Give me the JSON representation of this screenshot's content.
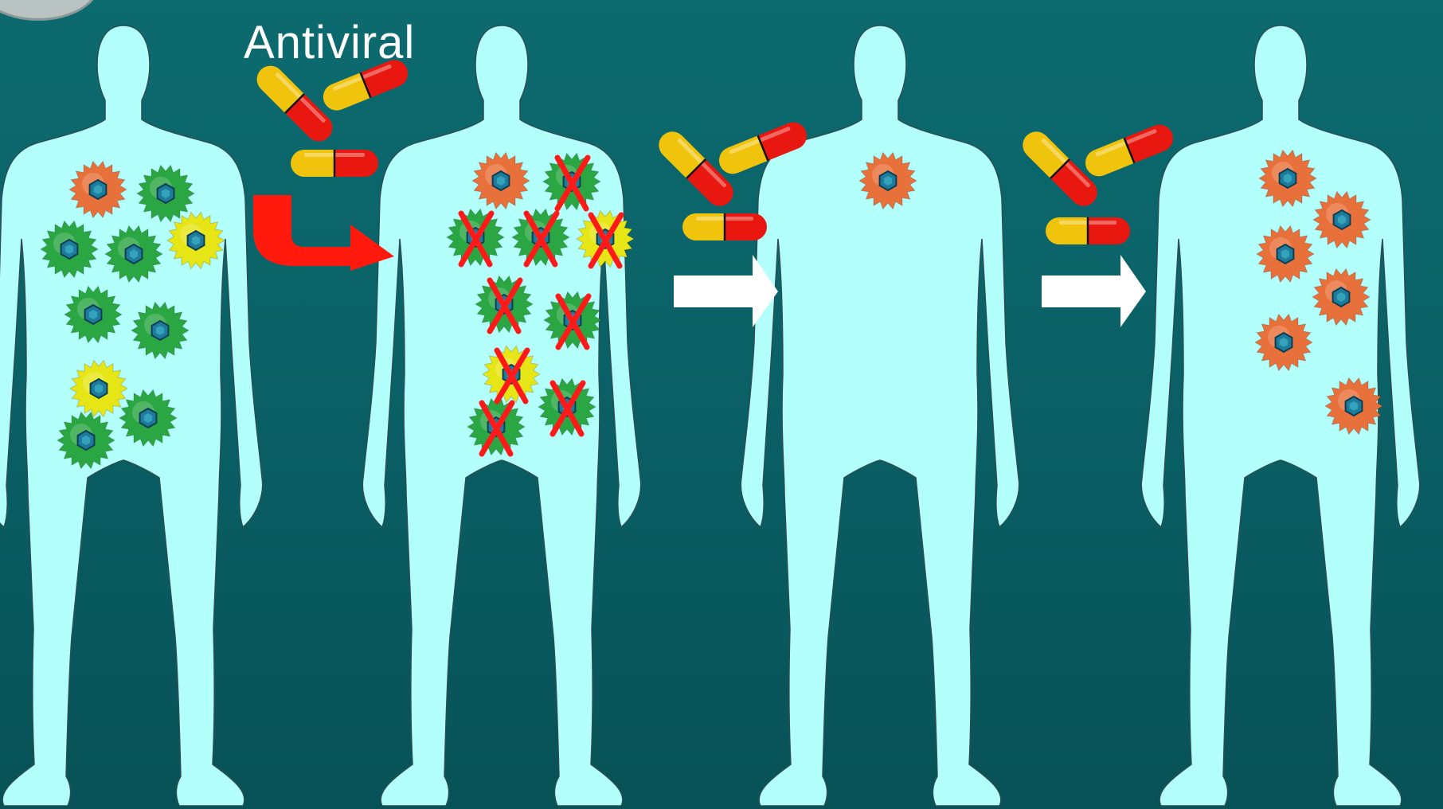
{
  "label": {
    "antiviral": "Antiviral"
  },
  "colors": {
    "background_top": "#0c6b6f",
    "background_bottom": "#075257",
    "body_fill": "#b3fffc",
    "cell_resistant": "#e8703a",
    "cell_susceptible": "#2aa642",
    "cell_partial": "#e6e617",
    "virus_core": "#1d7b9c",
    "cross_mark": "#ff1a1a",
    "capsule_red": "#e8170f",
    "capsule_yellow": "#f0c40c",
    "arrow_red": "#ff1a0d",
    "arrow_white": "#ffffff"
  },
  "icons": [
    "human-silhouette-icon",
    "virus-cell-icon",
    "capsule-pill-icon",
    "curved-arrow-icon",
    "right-arrow-icon",
    "cross-mark-icon"
  ],
  "stages": [
    {
      "name": "before-treatment",
      "cells": [
        {
          "type": "resistant",
          "crossed": false
        },
        {
          "type": "susceptible",
          "crossed": false
        },
        {
          "type": "susceptible",
          "crossed": false
        },
        {
          "type": "susceptible",
          "crossed": false
        },
        {
          "type": "partial",
          "crossed": false
        },
        {
          "type": "susceptible",
          "crossed": false
        },
        {
          "type": "susceptible",
          "crossed": false
        },
        {
          "type": "partial",
          "crossed": false
        },
        {
          "type": "susceptible",
          "crossed": false
        },
        {
          "type": "susceptible",
          "crossed": false
        }
      ]
    },
    {
      "name": "during-treatment",
      "cells": [
        {
          "type": "resistant",
          "crossed": false
        },
        {
          "type": "susceptible",
          "crossed": true
        },
        {
          "type": "susceptible",
          "crossed": true
        },
        {
          "type": "susceptible",
          "crossed": true
        },
        {
          "type": "partial",
          "crossed": true
        },
        {
          "type": "susceptible",
          "crossed": true
        },
        {
          "type": "susceptible",
          "crossed": true
        },
        {
          "type": "partial",
          "crossed": true
        },
        {
          "type": "susceptible",
          "crossed": true
        },
        {
          "type": "susceptible",
          "crossed": true
        }
      ]
    },
    {
      "name": "after-treatment",
      "cells": [
        {
          "type": "resistant",
          "crossed": false
        }
      ]
    },
    {
      "name": "resistant-outgrowth",
      "cells": [
        {
          "type": "resistant",
          "crossed": false
        },
        {
          "type": "resistant",
          "crossed": false
        },
        {
          "type": "resistant",
          "crossed": false
        },
        {
          "type": "resistant",
          "crossed": false
        },
        {
          "type": "resistant",
          "crossed": false
        },
        {
          "type": "resistant",
          "crossed": false
        }
      ]
    }
  ]
}
